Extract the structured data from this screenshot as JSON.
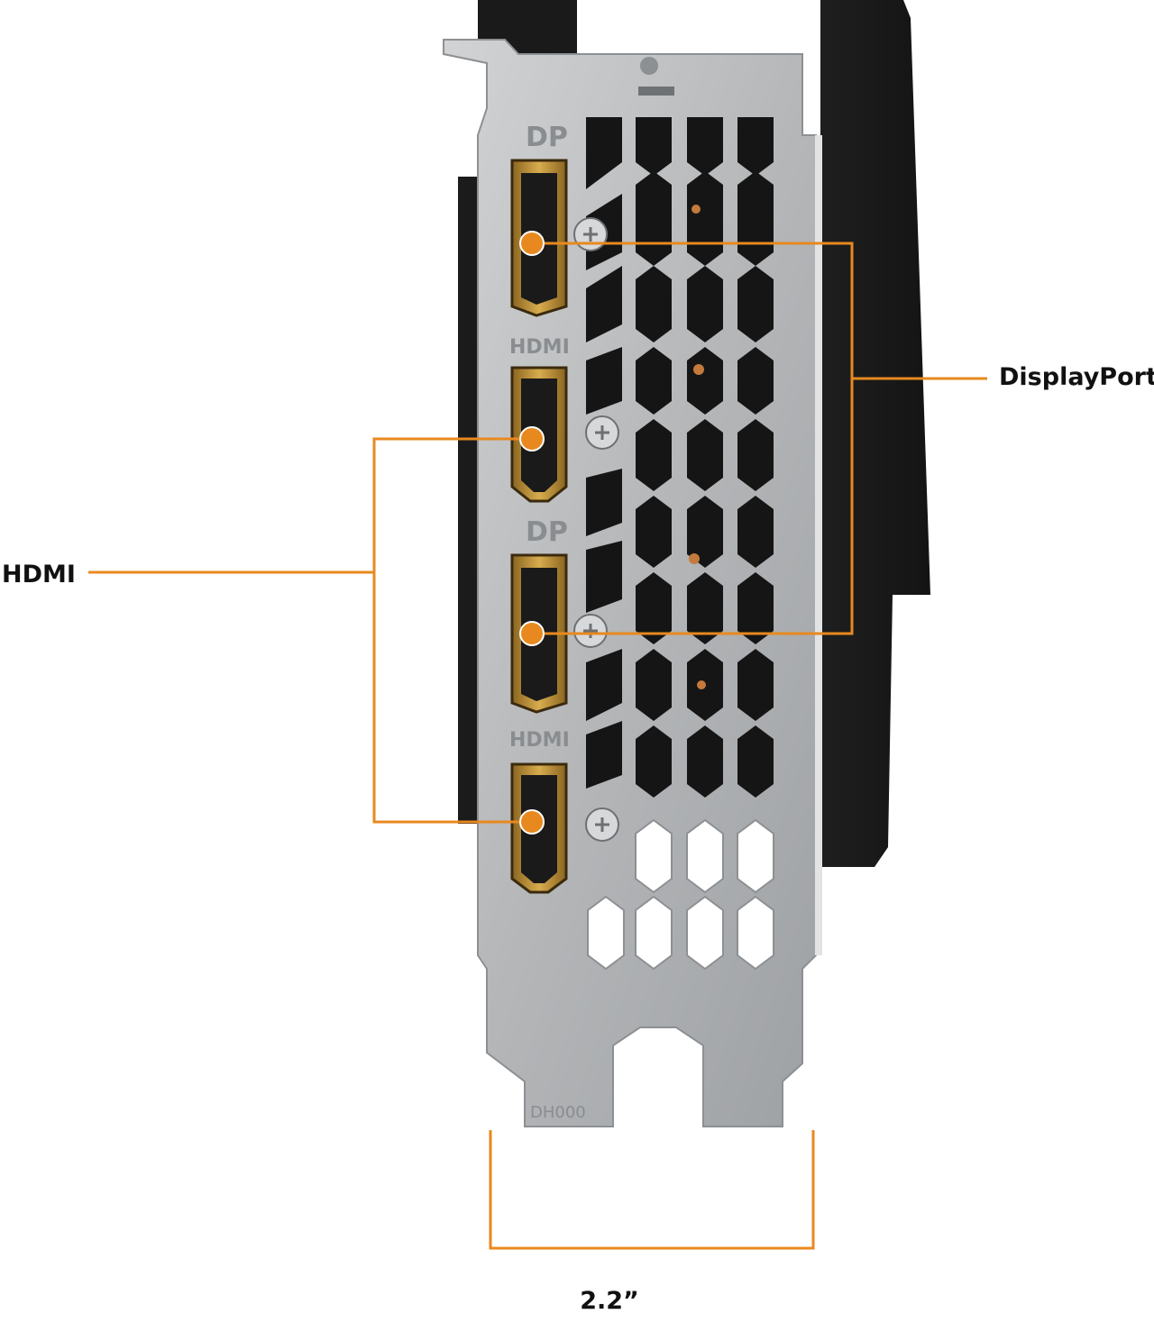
{
  "callouts": {
    "displayport": "DisplayPort",
    "hdmi": "HDMI",
    "bracket_width": "2.2”"
  },
  "bracket_markings": {
    "dp_top": "DP",
    "hdmi_upper": "HDMI",
    "dp_lower": "DP",
    "hdmi_lower": "HDMI",
    "part_code": "DH000"
  },
  "colors": {
    "accent": "#e8891f",
    "bracket": "#b7b9bb",
    "card_body": "#1c1c1c",
    "port_gold": "#c79a3c"
  }
}
